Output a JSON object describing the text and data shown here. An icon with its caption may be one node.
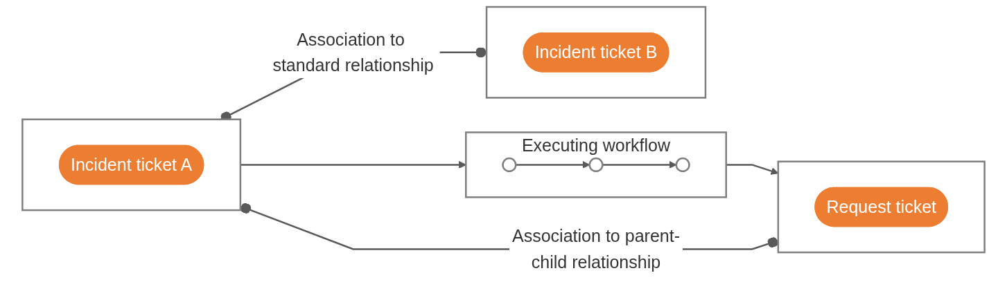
{
  "diagram": {
    "nodes": [
      {
        "text": [],
        "shape": "box"
      },
      {
        "text": [
          "Incident ticket A"
        ],
        "in": 0
      },
      {
        "text": [
          "Executing workflow"
        ]
      },
      {
        "text": [],
        "shape": "circle",
        "in": 2
      },
      {
        "text": [],
        "shape": "circle",
        "in": 2
      },
      {
        "text": [],
        "shape": "circle",
        "in": 2
      },
      {
        "text": [],
        "shape": "box"
      },
      {
        "text": [
          "Request ticket"
        ],
        "in": 6
      },
      {
        "text": [],
        "shape": "box"
      },
      {
        "text": [
          "Incident ticket B"
        ],
        "in": 8
      }
    ],
    "edges": [
      {
        "from": 0,
        "to": 2,
        "arrow": "to"
      },
      {
        "from": 3,
        "to": 4,
        "arrow": "to"
      },
      {
        "from": 4,
        "to": 5,
        "arrow": "to"
      },
      {
        "from": 2,
        "to": 6,
        "arrow": "to"
      },
      {
        "from": 0,
        "to": 8,
        "arrow": "other",
        "label": "Association to standard relationship"
      },
      {
        "from": 0,
        "to": 6,
        "arrow": "other",
        "label": "Association to parent-child relationship"
      }
    ]
  }
}
